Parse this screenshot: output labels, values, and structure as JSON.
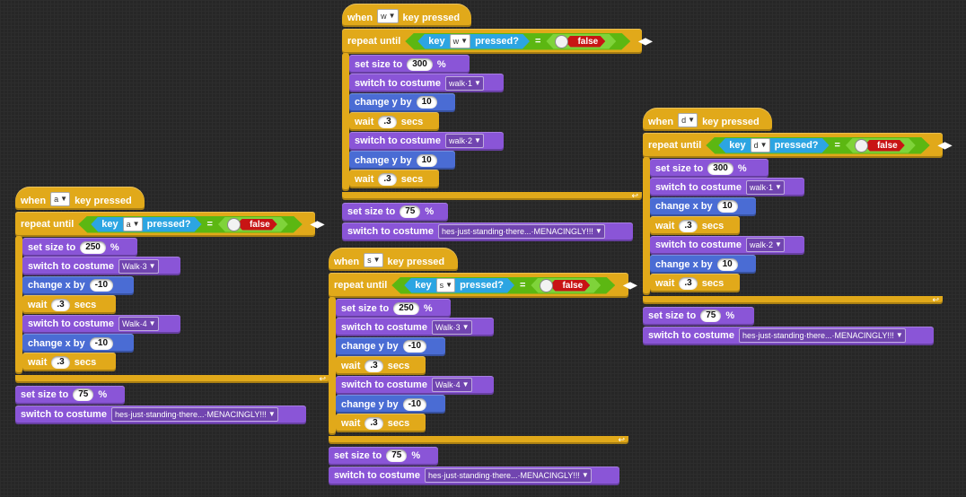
{
  "labels": {
    "when": "when",
    "key_pressed": "key pressed",
    "repeat_until": "repeat until",
    "key": "key",
    "pressed_q": "pressed?",
    "eq": "=",
    "false": "false",
    "set_size_to": "set size to",
    "percent": "%",
    "switch_to_costume": "switch to costume",
    "change_x_by": "change x by",
    "change_y_by": "change y by",
    "wait": "wait",
    "secs": "secs",
    "arrows": "◀▶",
    "loop_arrow": "↩",
    "dropdown_arrow": "▼"
  },
  "scripts": [
    {
      "key": "a",
      "loop": [
        {
          "type": "size",
          "value": "250"
        },
        {
          "type": "costume",
          "value": "Walk·3"
        },
        {
          "type": "change_x",
          "value": "-10"
        },
        {
          "type": "wait",
          "value": ".3"
        },
        {
          "type": "costume",
          "value": "Walk·4"
        },
        {
          "type": "change_x",
          "value": "-10"
        },
        {
          "type": "wait",
          "value": ".3"
        }
      ],
      "after": [
        {
          "type": "size",
          "value": "75"
        },
        {
          "type": "costume",
          "value": "hes·just·standing·there...·MENACINGLY!!!"
        }
      ]
    },
    {
      "key": "w",
      "loop": [
        {
          "type": "size",
          "value": "300"
        },
        {
          "type": "costume",
          "value": "walk·1"
        },
        {
          "type": "change_y",
          "value": "10"
        },
        {
          "type": "wait",
          "value": ".3"
        },
        {
          "type": "costume",
          "value": "walk·2"
        },
        {
          "type": "change_y",
          "value": "10"
        },
        {
          "type": "wait",
          "value": ".3"
        }
      ],
      "after": [
        {
          "type": "size",
          "value": "75"
        },
        {
          "type": "costume",
          "value": "hes·just·standing·there...·MENACINGLY!!!"
        }
      ]
    },
    {
      "key": "s",
      "loop": [
        {
          "type": "size",
          "value": "250"
        },
        {
          "type": "costume",
          "value": "Walk·3"
        },
        {
          "type": "change_y",
          "value": "-10"
        },
        {
          "type": "wait",
          "value": ".3"
        },
        {
          "type": "costume",
          "value": "Walk·4"
        },
        {
          "type": "change_y",
          "value": "-10"
        },
        {
          "type": "wait",
          "value": ".3"
        }
      ],
      "after": [
        {
          "type": "size",
          "value": "75"
        },
        {
          "type": "costume",
          "value": "hes·just·standing·there...·MENACINGLY!!!"
        }
      ]
    },
    {
      "key": "d",
      "loop": [
        {
          "type": "size",
          "value": "300"
        },
        {
          "type": "costume",
          "value": "walk·1"
        },
        {
          "type": "change_x",
          "value": "10"
        },
        {
          "type": "wait",
          "value": ".3"
        },
        {
          "type": "costume",
          "value": "walk·2"
        },
        {
          "type": "change_x",
          "value": "10"
        },
        {
          "type": "wait",
          "value": ".3"
        }
      ],
      "after": [
        {
          "type": "size",
          "value": "75"
        },
        {
          "type": "costume",
          "value": "hes·just·standing·there...·MENACINGLY!!!"
        }
      ]
    }
  ],
  "colors": {
    "looks": "#8a55d7",
    "motion": "#4a6cd4",
    "control": "#e1a91a",
    "sensing": "#2ca5e2",
    "operator": "#5cb712",
    "false_literal": "#c81414",
    "workspace": "#262626"
  }
}
